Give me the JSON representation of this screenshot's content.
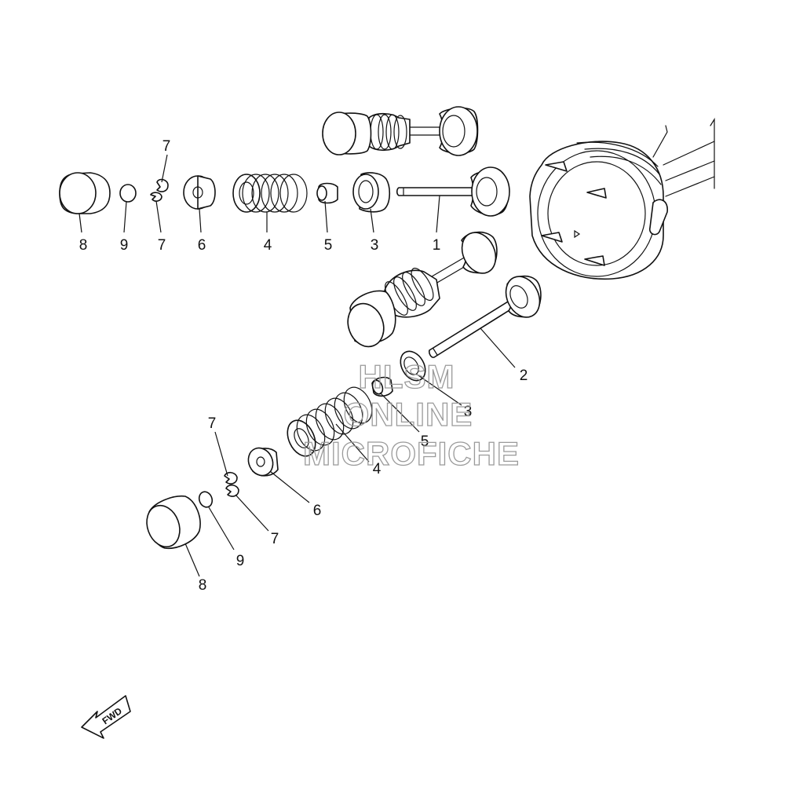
{
  "diagram": {
    "fwd_label": "FWD",
    "callouts": [
      {
        "id": "c-7-top",
        "text": "7"
      },
      {
        "id": "c-8-top",
        "text": "8"
      },
      {
        "id": "c-9-top",
        "text": "9"
      },
      {
        "id": "c-7b-top",
        "text": "7"
      },
      {
        "id": "c-6-top",
        "text": "6"
      },
      {
        "id": "c-4-top",
        "text": "4"
      },
      {
        "id": "c-5-top",
        "text": "5"
      },
      {
        "id": "c-3-top",
        "text": "3"
      },
      {
        "id": "c-1",
        "text": "1"
      },
      {
        "id": "c-2",
        "text": "2"
      },
      {
        "id": "c-3-low",
        "text": "3"
      },
      {
        "id": "c-5-low",
        "text": "5"
      },
      {
        "id": "c-4-low",
        "text": "4"
      },
      {
        "id": "c-7-low",
        "text": "7"
      },
      {
        "id": "c-6-low",
        "text": "6"
      },
      {
        "id": "c-7b-low",
        "text": "7"
      },
      {
        "id": "c-9-low",
        "text": "9"
      },
      {
        "id": "c-8-low",
        "text": "8"
      }
    ]
  },
  "watermark": {
    "line1": "HLSM",
    "line2": "ONLINE",
    "line3": "MICROFICHE",
    "color": "#9a9a9a"
  },
  "colors": {
    "line": "#111111",
    "background": "#ffffff"
  }
}
